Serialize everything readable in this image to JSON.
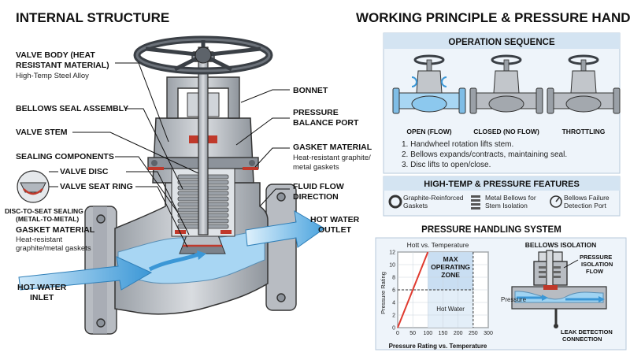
{
  "left": {
    "title": "INTERNAL STRUCTURE",
    "labels": {
      "valve_body": "VALVE BODY (HEAT",
      "valve_body_2": "RESISTANT MATERIAL)",
      "valve_body_sub": "High-Temp Steel Alloy",
      "bellows": "BELLOWS SEAL ASSEMBLY",
      "stem": "VALVE STEM",
      "sealing": "SEALING COMPONENTS",
      "disc": "VALVE DISC",
      "seat": "VALVE SEAT RING",
      "disc_seat": "DISC-TO-SEAT SEALING",
      "disc_seat_2": "(METAL-TO-METAL)",
      "gasket_left": "GASKET MATERIAL",
      "gasket_left_sub1": "Heat-resistant",
      "gasket_left_sub2": "graphite/metal gaskets",
      "bonnet": "BONNET",
      "pressure_port": "PRESSURE",
      "pressure_port_2": "BALANCE PORT",
      "gasket_right": "GASKET MATERIAL",
      "gasket_right_sub1": "Heat-resistant graphite/",
      "gasket_right_sub2": "metal gaskets",
      "flow_dir": "FLUID FLOW",
      "flow_dir_2": "DIRECTION",
      "inlet": "HOT WATER",
      "inlet_2": "INLET",
      "outlet": "HOT WATER",
      "outlet_2": "OUTLET"
    }
  },
  "right": {
    "title": "WORKING PRINCIPLE & PRESSURE HANDLING",
    "operation": {
      "heading": "OPERATION SEQUENCE",
      "states": [
        "OPEN (FLOW)",
        "CLOSED (NO FLOW)",
        "THROTTLING"
      ],
      "steps": [
        "1. Handwheel rotation lifts stem.",
        "2. Bellows expands/contracts, maintaining seal.",
        "3. Disc lifts to open/close."
      ]
    },
    "features": {
      "heading": "HIGH-TEMP & PRESSURE FEATURES",
      "items": [
        {
          "line1": "Graphite-Reinforced",
          "line2": "Gaskets",
          "icon": "ring-icon"
        },
        {
          "line1": "Metal Bellows for",
          "line2": "Stem Isolation",
          "icon": "bellows-icon"
        },
        {
          "line1": "Bellows Failure",
          "line2": "Detection Port",
          "icon": "gauge-icon"
        }
      ]
    },
    "pressure": {
      "heading": "PRESSURE HANDLING SYSTEM",
      "chart_caption": "Pressure Rating vs. Temperature",
      "isolation_title": "BELLOWS ISOLATION",
      "isolation_labels": {
        "pif_1": "PRESSURE",
        "pif_2": "ISOLATION",
        "pif_3": "FLOW",
        "pressure": "Pressure",
        "leak_1": "LEAK DETECTION",
        "leak_2": "CONNECTION"
      }
    }
  },
  "chart_data": {
    "type": "area",
    "title": "Hott vs. Temperature",
    "xlabel": "Pressure Rating vs. Temperature",
    "ylabel": "Pressure Rating",
    "xlim": [
      0,
      300
    ],
    "ylim": [
      0,
      12
    ],
    "x_ticks": [
      0,
      50,
      100,
      150,
      200,
      250,
      300
    ],
    "y_ticks": [
      0,
      2,
      4,
      6,
      8,
      10,
      12
    ],
    "series": [
      {
        "x": [
          0,
          100
        ],
        "y": [
          0,
          12
        ]
      }
    ],
    "zones": [
      {
        "label_1": "MAX",
        "label_2": "OPERATING",
        "label_3": "ZONE",
        "x": [
          100,
          250
        ],
        "y": [
          6,
          12
        ]
      },
      {
        "label_1": "Hot Water",
        "x": [
          100,
          250
        ],
        "y": [
          0,
          6
        ]
      }
    ],
    "reference_line_y": 6,
    "grid": true
  },
  "colors": {
    "metal": "#b8bcc2",
    "water": "#8cc8ee",
    "arrow": "#4aa3de",
    "panel": "#d4e4f2",
    "curve": "#e03a2f",
    "seal": "#c0392b"
  }
}
